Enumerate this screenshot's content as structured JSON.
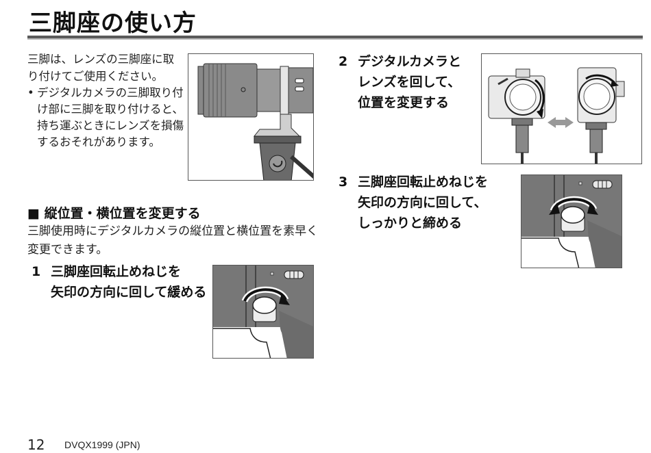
{
  "title": "三脚座の使い方",
  "intro": {
    "text": "三脚は、レンズの三脚座に取り付けてご使用ください。",
    "bullet_mark": "•",
    "bullet": "デジタルカメラの三脚取り付け部に三脚を取り付けると、持ち運ぶときにレンズを損傷するおそれがあります。"
  },
  "section": {
    "heading": "■ 縦位置・横位置を変更する",
    "description": "三脚使用時にデジタルカメラの縦位置と横位置を素早く変更できます。"
  },
  "steps": [
    {
      "num": "1",
      "text": "三脚座回転止めねじを\n矢印の方向に回して緩める"
    },
    {
      "num": "2",
      "text": "デジタルカメラと\nレンズを回して、\n位置を変更する"
    },
    {
      "num": "3",
      "text": "三脚座回転止めねじを\n矢印の方向に回して、\nしっかりと締める"
    }
  ],
  "footer": {
    "page_number": "12",
    "doc_code": "DVQX1999 (JPN)"
  }
}
